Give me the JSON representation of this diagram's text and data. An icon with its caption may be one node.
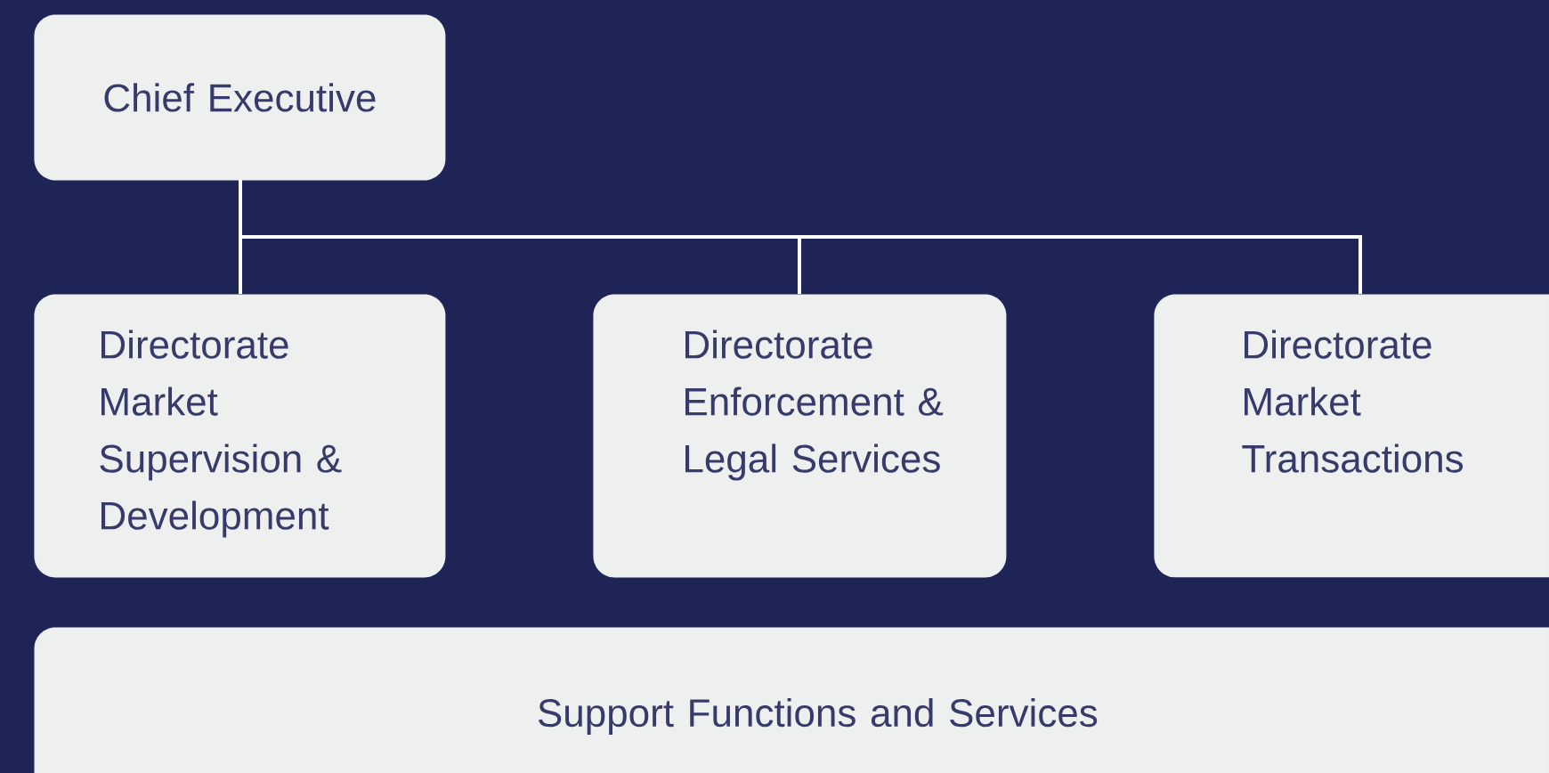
{
  "diagram": {
    "nodes": [
      {
        "text": [
          "Chief Executive"
        ]
      },
      {
        "text": [
          "Directorate Market Supervision & Development"
        ]
      },
      {
        "text": [
          "Directorate Enforcement & Legal Services"
        ]
      },
      {
        "text": [
          "Directorate Market Transactions"
        ]
      },
      {
        "text": [
          "Support Functions and Services"
        ]
      }
    ],
    "edges": [
      {
        "from": 0,
        "to": 1,
        "arrow": "none"
      },
      {
        "from": 0,
        "to": 2,
        "arrow": "none"
      },
      {
        "from": 0,
        "to": 3,
        "arrow": "none"
      }
    ]
  }
}
